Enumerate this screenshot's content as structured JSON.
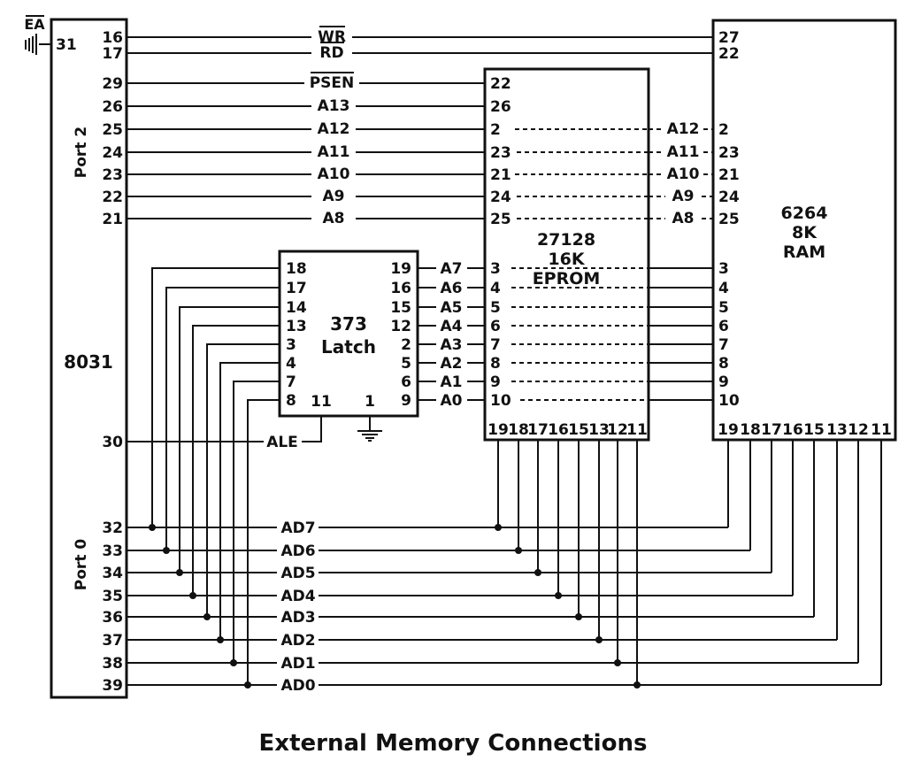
{
  "title": "External Memory Connections",
  "mcu": {
    "name": "8031",
    "ea": "EA",
    "pin_ea": "31",
    "ale_pin": "30",
    "port2": {
      "label": "Port 2",
      "pins": [
        "16",
        "17",
        "29",
        "26",
        "25",
        "24",
        "23",
        "22",
        "21"
      ]
    },
    "port0": {
      "label": "Port 0",
      "pins": [
        "32",
        "33",
        "34",
        "35",
        "36",
        "37",
        "38",
        "39"
      ]
    }
  },
  "latch": {
    "name1": "373",
    "name2": "Latch",
    "inputs": [
      "18",
      "17",
      "14",
      "13",
      "3",
      "4",
      "7",
      "8"
    ],
    "enable_pin": "11",
    "gnd_pin": "1",
    "outputs": [
      "19",
      "16",
      "15",
      "12",
      "2",
      "5",
      "6",
      "9"
    ]
  },
  "eprom": {
    "name1": "27128",
    "name2": "16K",
    "name3": "EPROM",
    "left_pins": [
      "22",
      "26",
      "2",
      "23",
      "21",
      "24",
      "25",
      "3",
      "4",
      "5",
      "6",
      "7",
      "8",
      "9",
      "10"
    ],
    "data_pins": [
      "19",
      "18",
      "17",
      "16",
      "15",
      "13",
      "12",
      "11"
    ]
  },
  "ram": {
    "name1": "6264",
    "name2": "8K",
    "name3": "RAM",
    "left_pins": [
      "27",
      "22",
      "2",
      "23",
      "21",
      "24",
      "25",
      "3",
      "4",
      "5",
      "6",
      "7",
      "8",
      "9",
      "10"
    ],
    "data_pins": [
      "19",
      "18",
      "17",
      "16",
      "15",
      "13",
      "12",
      "11"
    ]
  },
  "signals": {
    "wr": "WR",
    "rd": "RD",
    "psen": "PSEN",
    "ale": "ALE",
    "high_addr": [
      "A13",
      "A12",
      "A11",
      "A10",
      "A9",
      "A8"
    ],
    "low_addr": [
      "A7",
      "A6",
      "A5",
      "A4",
      "A3",
      "A2",
      "A1",
      "A0"
    ],
    "shared_addr": [
      "A12",
      "A11",
      "A10",
      "A9",
      "A8"
    ],
    "ad_bus": [
      "AD7",
      "AD6",
      "AD5",
      "AD4",
      "AD3",
      "AD2",
      "AD1",
      "AD0"
    ]
  },
  "colors": {
    "ink": "#111111",
    "background": "#ffffff"
  }
}
